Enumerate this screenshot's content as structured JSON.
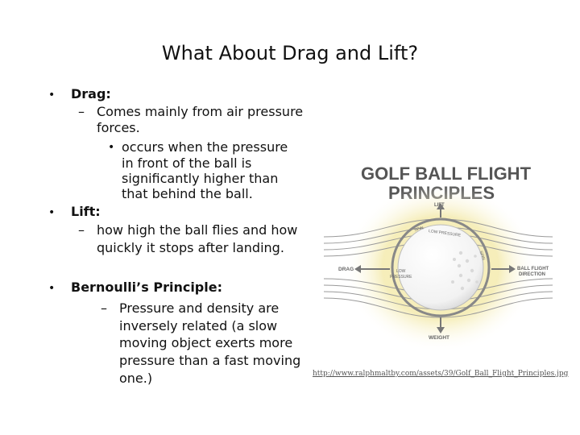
{
  "slide": {
    "title": "What About Drag and Lift?"
  },
  "bullets": {
    "marker": "•",
    "dash": "–",
    "drag_heading": "Drag:",
    "drag_sub_1": "Comes mainly from air pressure",
    "drag_sub_2": "forces.",
    "drag_subsub_1": "occurs when the pressure",
    "drag_subsub_2": "in front of the ball is",
    "drag_subsub_3": "significantly higher than",
    "drag_subsub_4": "that behind the ball.",
    "lift_heading": "Lift:",
    "lift_sub_1": "how high the ball flies and how",
    "lift_sub_2": "quickly it stops after landing.",
    "bernoulli_heading": "Bernoulli’s Principle:",
    "bernoulli_sub_1": "Pressure and density are",
    "bernoulli_sub_2": "inversely related (a slow",
    "bernoulli_sub_3": "moving object exerts more",
    "bernoulli_sub_4": "pressure than a fast moving",
    "bernoulli_sub_5": "one.)"
  },
  "figure": {
    "title_line_1": "GOLF BALL FLIGHT",
    "title_line_2": "PRINCIPLES",
    "label_lift": "LIFT",
    "label_weight": "WEIGHT",
    "label_drag": "DRAG",
    "label_direction_1": "BALL FLIGHT",
    "label_direction_2": "DIRECTION",
    "label_low_pressure_top": "LOW PRESSURE",
    "label_low_pressure_left_1": "LOW",
    "label_low_pressure_left_2": "PRESSURE",
    "label_spin_top": "SPIN",
    "label_spin_right": "SPIN",
    "title_color": "#555555",
    "glow_color": "#f3e9a8",
    "ring_color": "#888888"
  },
  "source": {
    "url": "http://www.ralphmaltby.com/assets/39/Golf_Ball_Flight_Principles.jpg"
  }
}
